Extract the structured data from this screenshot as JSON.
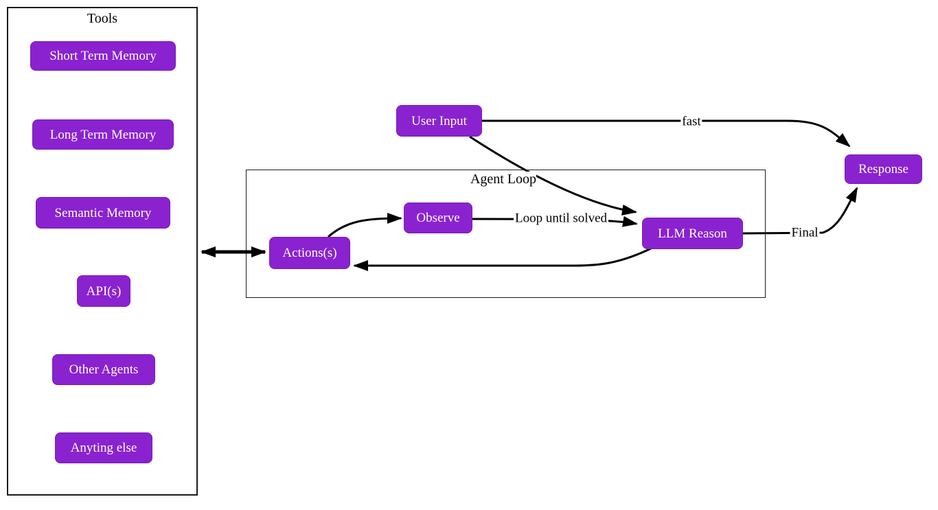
{
  "diagram": {
    "tools_panel": {
      "title": "Tools",
      "items": [
        {
          "label": "Short Term Memory"
        },
        {
          "label": "Long Term Memory"
        },
        {
          "label": "Semantic Memory"
        },
        {
          "label": "API(s)"
        },
        {
          "label": "Other Agents"
        },
        {
          "label": "Anyting else"
        }
      ]
    },
    "agent_loop": {
      "title": "Agent Loop",
      "nodes": {
        "actions": "Actions(s)",
        "observe": "Observe",
        "llm_reason": "LLM Reason"
      }
    },
    "nodes": {
      "user_input": "User Input",
      "response": "Response"
    },
    "edge_labels": {
      "fast": "fast",
      "loop_until_solved": "Loop until solved",
      "final": "Final"
    },
    "colors": {
      "node_fill": "#8a22d0",
      "node_border": "#7a1cba",
      "node_text": "#ffffff",
      "edge": "#000000",
      "container_border": "#1a1a1a",
      "background": "#ffffff"
    }
  }
}
